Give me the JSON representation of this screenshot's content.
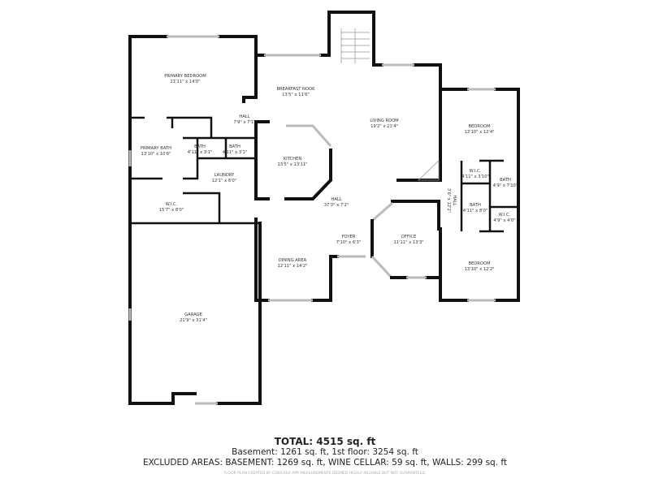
{
  "rooms": [
    {
      "name": "PRIMARY BEDROOM",
      "dims": "21'11\" x 14'0\""
    },
    {
      "name": "BREAKFAST NOOK",
      "dims": "13'5\" x 11'6\""
    },
    {
      "name": "LIVING ROOM",
      "dims": "19'2\" x 21'4\""
    },
    {
      "name": "BEDROOM",
      "dims": "13'10\" x 12'4\""
    },
    {
      "name": "HALL",
      "dims": "7'9\" x 7'1\""
    },
    {
      "name": "BATH",
      "dims": "4'11\" x 3'1\""
    },
    {
      "name": "BATH",
      "dims": "4'11\" x 3'1\""
    },
    {
      "name": "PRIMARY BATH",
      "dims": "13'10\" x 10'6\""
    },
    {
      "name": "KITCHEN",
      "dims": "13'5\" x 13'11\""
    },
    {
      "name": "LAUNDRY",
      "dims": "12'1\" x 6'0\""
    },
    {
      "name": "W.I.C.",
      "dims": "15'7\" x 8'0\""
    },
    {
      "name": "HALL",
      "dims": "37'3\" x 7'2\""
    },
    {
      "name": "W.I.C.",
      "dims": "4'11\" x 3'10\""
    },
    {
      "name": "BATH",
      "dims": "4'9\" x 7'10\""
    },
    {
      "name": "HALL",
      "dims": "3'6\" x 12'2\""
    },
    {
      "name": "BATH",
      "dims": "4'11\" x 8'0\""
    },
    {
      "name": "W.I.C.",
      "dims": "4'9\" x 4'0\""
    },
    {
      "name": "FOYER",
      "dims": "7'10\" x 6'3\""
    },
    {
      "name": "OFFICE",
      "dims": "11'11\" x 13'3\""
    },
    {
      "name": "DINING AREA",
      "dims": "12'11\" x 14'2\""
    },
    {
      "name": "BEDROOM",
      "dims": "13'10\" x 12'2\""
    },
    {
      "name": "GARAGE",
      "dims": "21'9\" x 31'4\""
    }
  ],
  "summary": {
    "total": "TOTAL: 4515 sq. ft",
    "line1": "Basement: 1261 sq. ft, 1st floor: 3254 sq. ft",
    "line2": "EXCLUDED AREAS: BASEMENT: 1269 sq. ft, WINE CELLAR: 59 sq. ft, WALLS: 299 sq. ft",
    "disclaimer": "FLOOR PLAN CREATED BY CUBICASA APP. MEASUREMENTS DEEMED HIGHLY RELIABLE BUT NOT GUARANTEED."
  }
}
